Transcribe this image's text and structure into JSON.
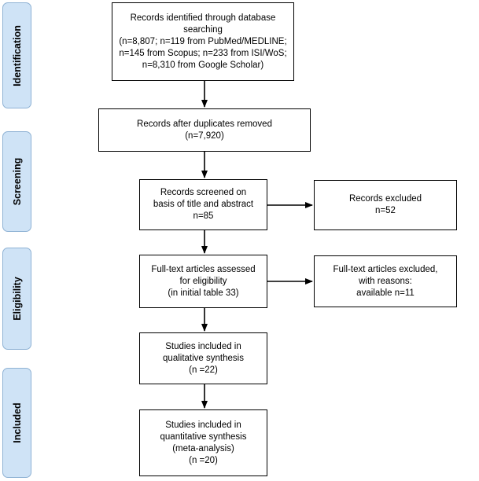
{
  "phases": {
    "identification": "Identification",
    "screening": "Screening",
    "eligibility": "Eligibility",
    "included": "Included"
  },
  "boxes": {
    "identified": {
      "lines": [
        "Records identified through database",
        "searching",
        "(n=8,807; n=119 from PubMed/MEDLINE;",
        "n=145 from Scopus; n=233 from ISI/WoS;",
        "n=8,310 from Google Scholar)"
      ]
    },
    "duplicates_removed": {
      "lines": [
        "Records after duplicates removed",
        "(n=7,920)"
      ]
    },
    "screened": {
      "lines": [
        "Records screened on",
        "basis of title and abstract",
        "n=85"
      ]
    },
    "excluded": {
      "lines": [
        "Records excluded",
        "n=52"
      ]
    },
    "fulltext_assessed": {
      "lines": [
        "Full-text articles assessed",
        "for eligibility",
        "(in initial table 33)"
      ]
    },
    "fulltext_excluded": {
      "lines": [
        "Full-text articles excluded,",
        "with reasons:",
        "available n=11"
      ]
    },
    "qualitative": {
      "lines": [
        "Studies included in",
        "qualitative synthesis",
        "(n =22)"
      ]
    },
    "quantitative": {
      "lines": [
        "Studies included in",
        "quantitative synthesis",
        "(meta-analysis)",
        "(n =20)"
      ]
    }
  },
  "colors": {
    "phase_fill": "#cfe3f6",
    "phase_border": "#8fb2d4",
    "line": "#000000"
  }
}
